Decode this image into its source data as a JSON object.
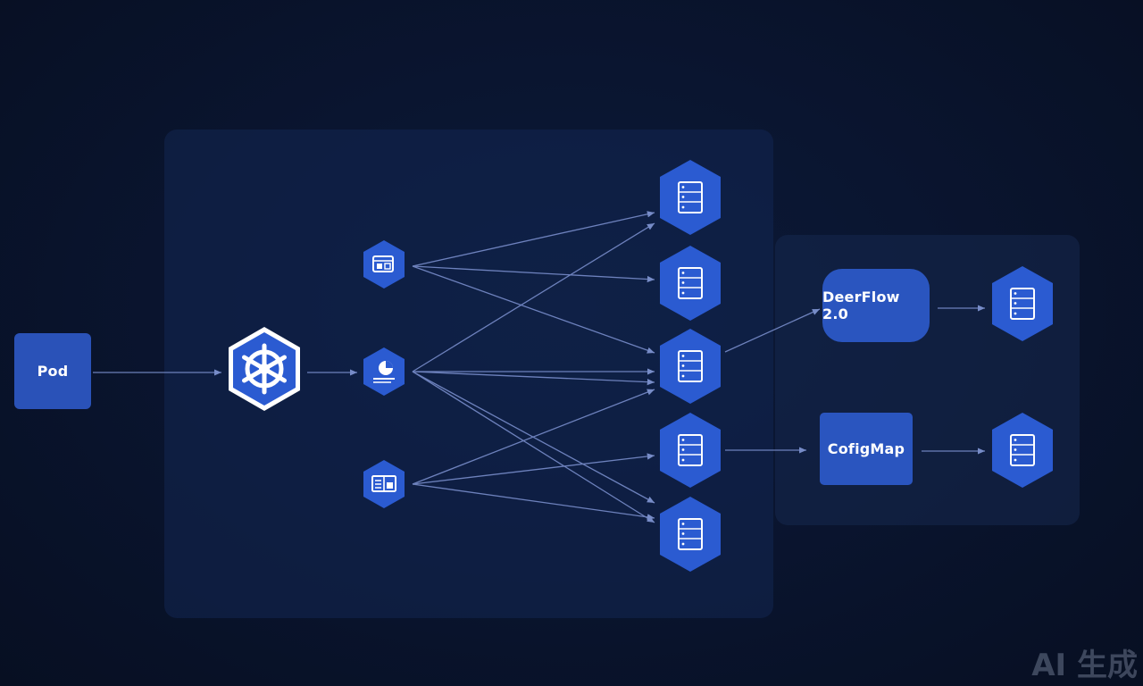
{
  "labels": {
    "pod": "Pod",
    "deerflow": "DeerFlow 2.0",
    "configmap": "CofigMap"
  },
  "icons": {
    "orchestrator": "kubernetes-helm-icon",
    "services": [
      "app-window-icon",
      "chart-icon",
      "dashboard-icon"
    ],
    "nodes": "server-rack-icon"
  },
  "colors": {
    "background": "#0a1530",
    "panel": "#122652",
    "node_blue": "#2b5bd1",
    "edge": "#7f95d6"
  },
  "watermark": "AI 生成"
}
